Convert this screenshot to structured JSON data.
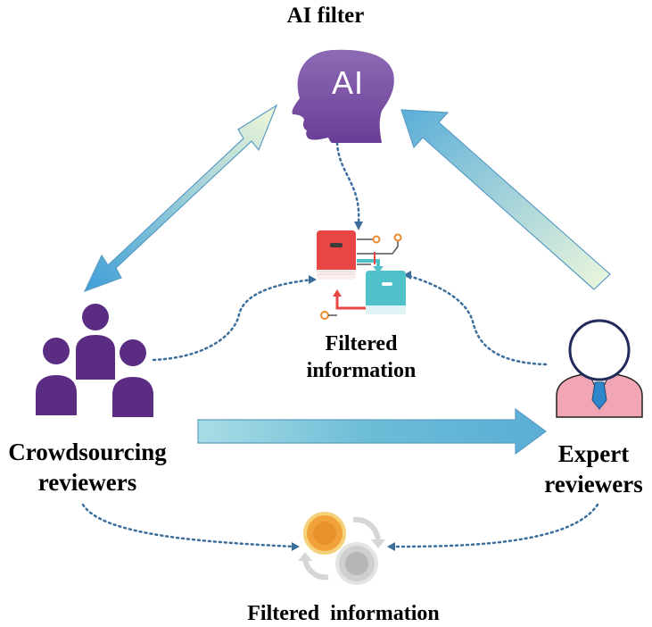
{
  "labels": {
    "ai_filter": "AI filter",
    "ai_badge": "AI",
    "filtered_info_top_line1": "Filtered",
    "filtered_info_top_line2": "information",
    "crowd_line1": "Crowdsourcing",
    "crowd_line2": "reviewers",
    "expert_line1": "Expert",
    "expert_line2": "reviewers",
    "filtered_info_bottom": "Filtered  information"
  },
  "colors": {
    "ai_head": "#7e5aa6",
    "crowd_people": "#5b2d82",
    "expert_shirt": "#f2a5b5",
    "expert_tie": "#2f86c9",
    "dotted_connector": "#3b6e9c",
    "arrow_light": "#eef6d6",
    "arrow_dark": "#4aa3d6",
    "book_red": "#e84545",
    "book_teal": "#4ec2c8",
    "coin_gold": "#f2a23a",
    "coin_gray": "#bdbdbd"
  },
  "icons": {
    "ai_head": "ai-head-icon",
    "documents": "filtered-documents-icon",
    "crowd": "crowd-people-icon",
    "expert": "expert-person-icon",
    "cycle": "cycle-coins-icon"
  }
}
